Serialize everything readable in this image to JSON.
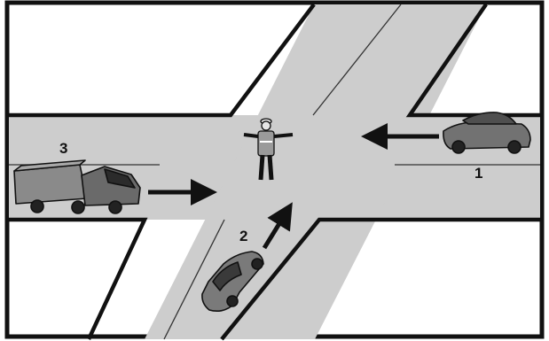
{
  "colors": {
    "road": "#cdcdcd",
    "outline": "#111111",
    "background": "#ffffff",
    "vehicle": "#6e6e6e"
  },
  "labels": {
    "car_east": "1",
    "car_south": "2",
    "truck_west": "3"
  }
}
